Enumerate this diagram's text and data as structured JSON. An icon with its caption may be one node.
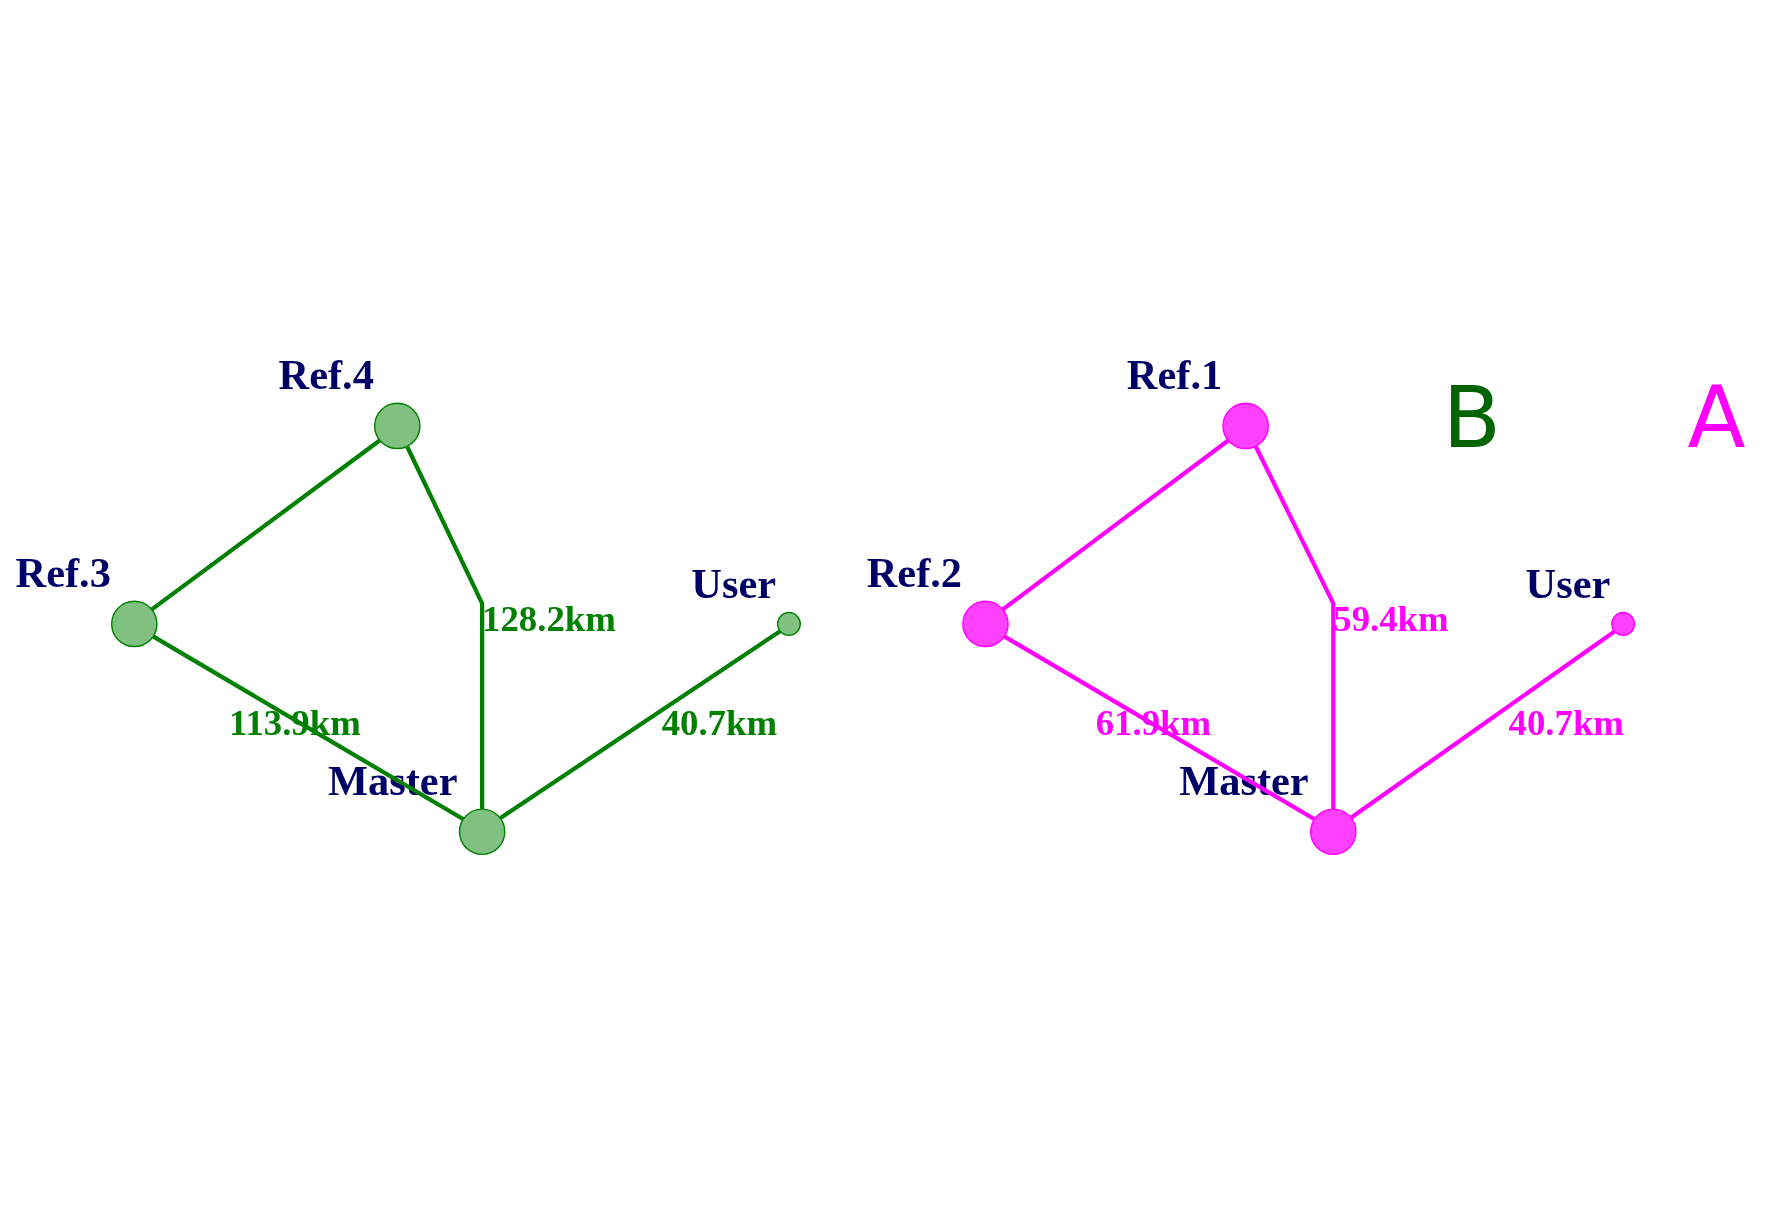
{
  "diagram": {
    "nodes": [
      {
        "text": [],
        "shape": "circle",
        "beside": [
          "Ref.4"
        ]
      },
      {
        "text": [],
        "shape": "circle",
        "beside": [
          "Ref.3"
        ]
      },
      {
        "text": [],
        "shape": "circle",
        "beside": [
          "User"
        ]
      },
      {
        "text": [],
        "shape": "circle",
        "beside": [
          "Master"
        ]
      },
      {
        "text": [],
        "shape": "circle",
        "beside": [
          "Ref.2"
        ]
      },
      {
        "text": [],
        "shape": "circle",
        "beside": [
          "Ref.1"
        ]
      },
      {
        "text": [],
        "shape": "circle",
        "beside": [
          "User"
        ]
      },
      {
        "text": [],
        "shape": "circle",
        "beside": [
          "Master"
        ]
      }
    ],
    "edges": [
      {
        "from": 0,
        "to": 1,
        "arrow": "none",
        "color": "#008000"
      },
      {
        "from": 0,
        "to": 3,
        "arrow": "none",
        "color": "#008000",
        "label": "128.2km"
      },
      {
        "from": 1,
        "to": 3,
        "arrow": "none",
        "color": "#008000",
        "label": "113.9km"
      },
      {
        "from": 2,
        "to": 3,
        "arrow": "none",
        "color": "#008000",
        "label": "40.7km"
      },
      {
        "from": 5,
        "to": 4,
        "arrow": "none",
        "color": "#ff00ff"
      },
      {
        "from": 4,
        "to": 7,
        "arrow": "none",
        "color": "#ff00ff",
        "label": "61.9km"
      },
      {
        "from": 5,
        "to": 7,
        "arrow": "none",
        "color": "#ff00ff",
        "label": "59.4km"
      },
      {
        "from": 6,
        "to": 7,
        "arrow": "none",
        "color": "#ff00ff",
        "label": "40.7km"
      }
    ],
    "labels": [
      "B",
      "A"
    ]
  }
}
